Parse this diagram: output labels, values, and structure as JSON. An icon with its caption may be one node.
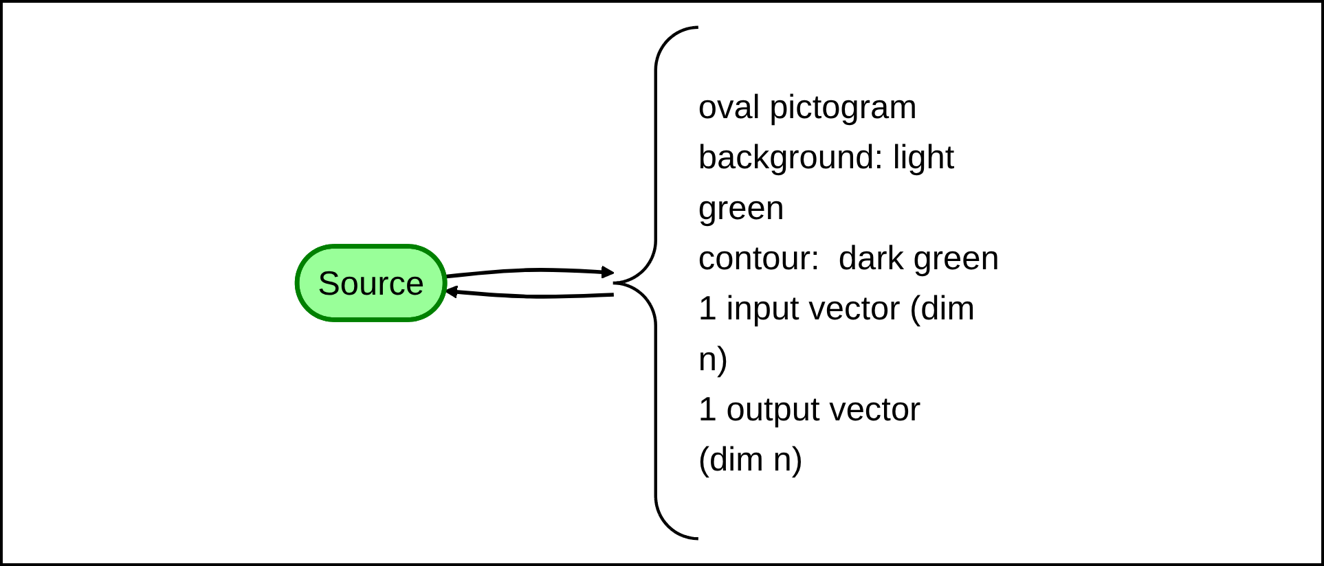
{
  "diagram": {
    "nodes": [
      {
        "text": [
          "Source"
        ]
      },
      {
        "text": [
          "oval pictogram",
          "background: light green",
          "contour:  dark green",
          "1 input vector (dim n)",
          "1 output vector (dim n)"
        ]
      }
    ],
    "edges": [
      {
        "from": 0,
        "to": 1,
        "arrow": "to"
      },
      {
        "from": 1,
        "to": 0,
        "arrow": "to"
      }
    ]
  }
}
